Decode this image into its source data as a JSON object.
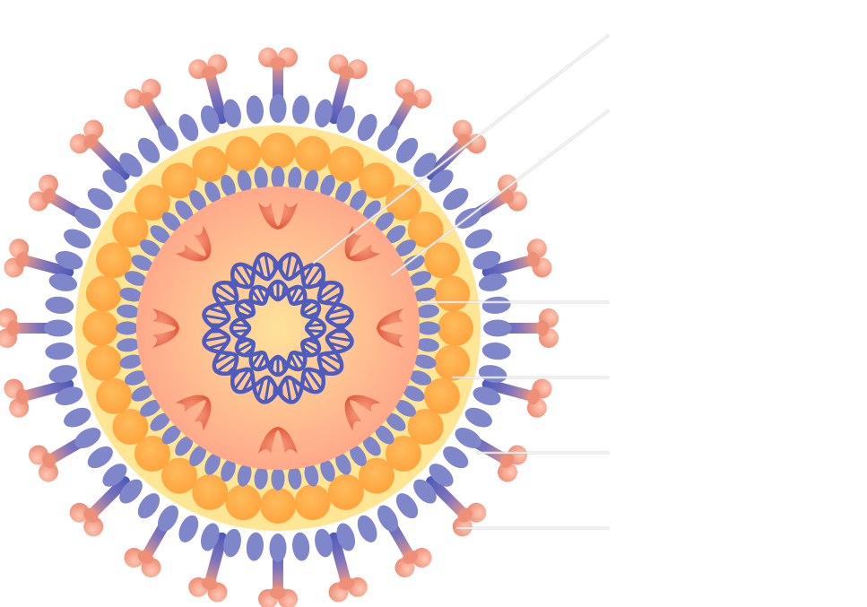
{
  "diagram": {
    "subject": "virus-particle",
    "labels": [
      "",
      "",
      "",
      "",
      "",
      ""
    ],
    "counts": {
      "spikes": 24,
      "outer_lipid_heads": 60,
      "yellow_spheres": 32,
      "inner_lipid_heads": 56,
      "capsid_proteins": 8,
      "dna_strands": 2
    },
    "colors": {
      "background": "#ffffff",
      "spike_stalk": "#5a63b8",
      "spike_head": "#f2967f",
      "lipid_head": "#7f86c9",
      "membrane_fill": "#ffe694",
      "yellow_sphere": "#ffab45",
      "core_center": "#ffe29a",
      "core_edge": "#ffa98a",
      "capsid_protein": "#ec6a4c",
      "dna": "#4e5bbf",
      "leader_line": "#d9d9d9"
    }
  }
}
